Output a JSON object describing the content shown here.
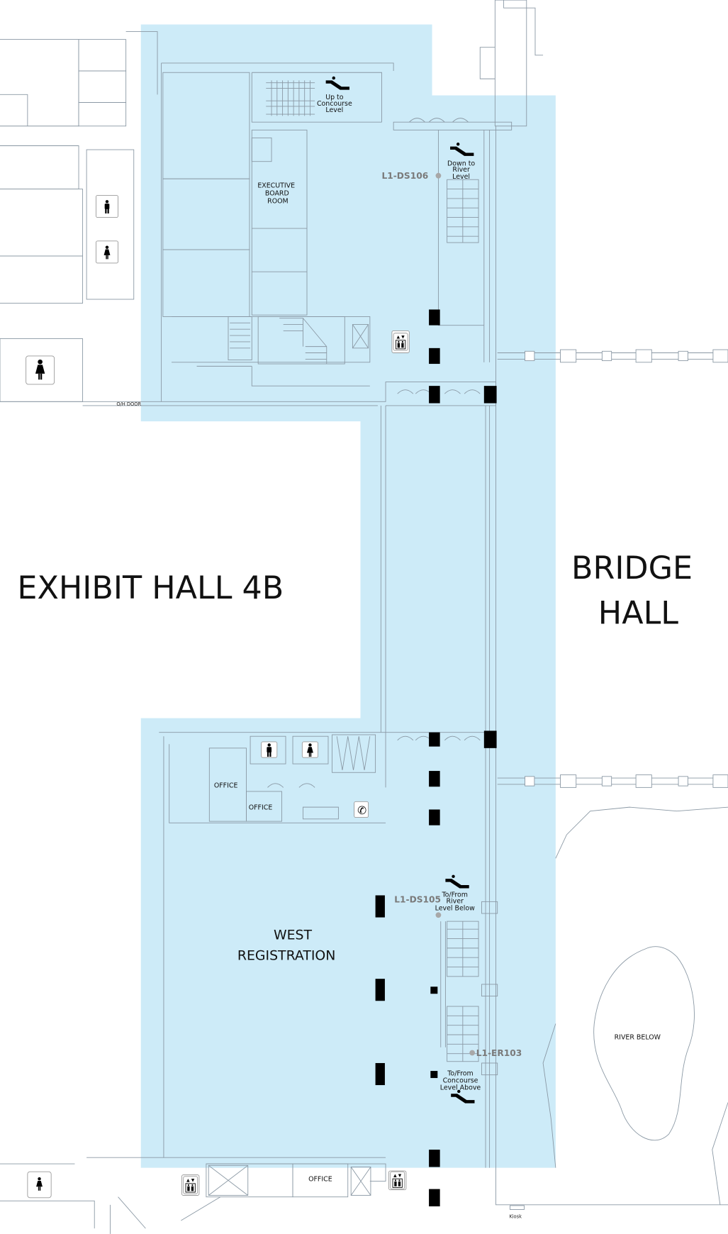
{
  "map": {
    "areas": {
      "exhibit_hall": "EXHIBIT HALL 4B",
      "bridge_hall_line1": "BRIDGE",
      "bridge_hall_line2": "HALL",
      "west_registration_line1": "WEST",
      "west_registration_line2": "REGISTRATION",
      "river_below": "RIVER BELOW"
    },
    "rooms": {
      "executive_board_room": [
        "EXECUTIVE",
        "BOARD",
        "ROOM"
      ],
      "office_1": "OFFICE",
      "office_2": "OFFICE",
      "office_3": "OFFICE"
    },
    "escalators": {
      "up_to_concourse": [
        "Up to",
        "Concourse",
        "Level"
      ],
      "down_to_river": [
        "Down to",
        "River",
        "Level"
      ],
      "to_from_river": [
        "To/From",
        "River",
        "Level Below"
      ],
      "to_from_concourse": [
        "To/From",
        "Concourse",
        "Level Above"
      ]
    },
    "location_codes": {
      "ds106": "L1-DS106",
      "ds105": "L1-DS105",
      "er103": "L1-ER103"
    },
    "misc_labels": {
      "oh_door": "O/H DOOR",
      "kiosk": "Kiosk"
    },
    "colors": {
      "highlight_area": "#cdebf8",
      "walls": "#8a98a4",
      "location_marker": "#a8a8a8"
    }
  }
}
